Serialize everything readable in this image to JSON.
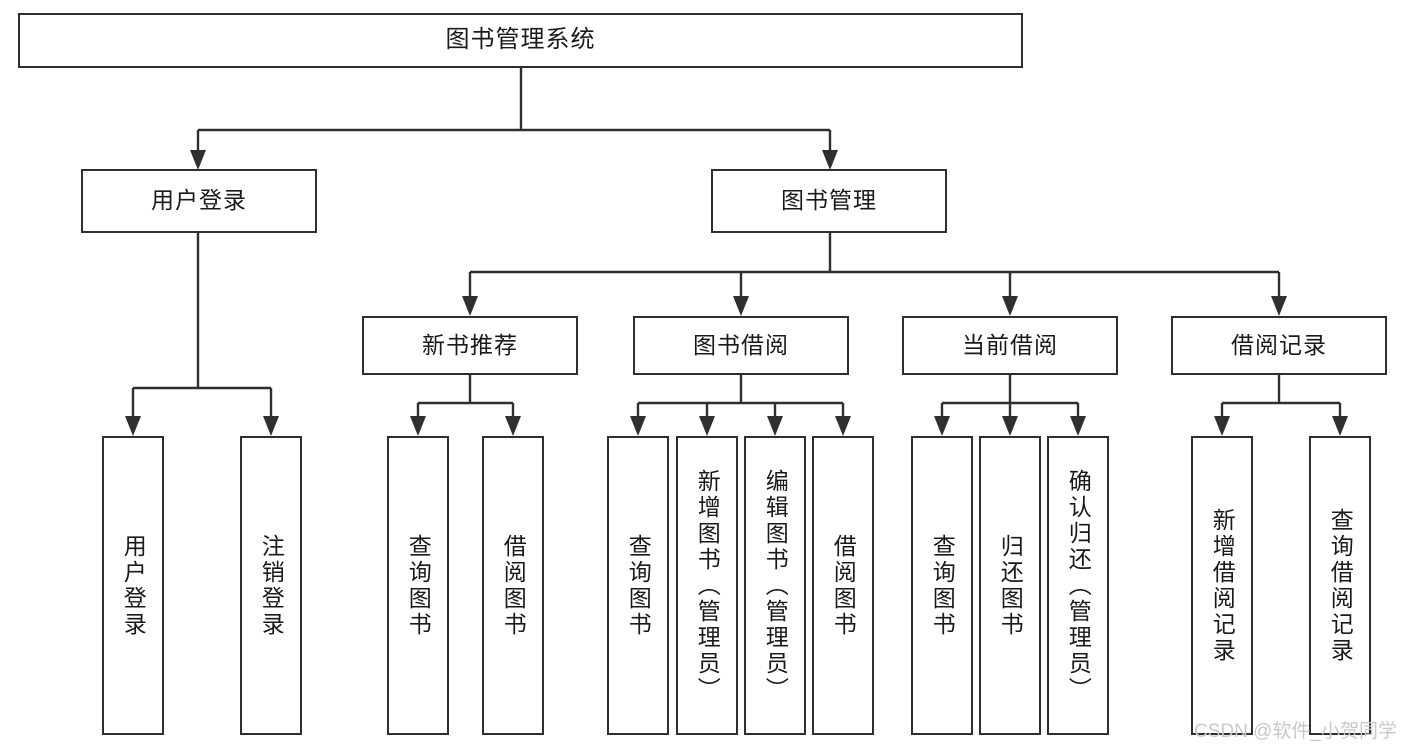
{
  "diagram": {
    "title": "图书管理系统",
    "type": "tree",
    "orientation": "top-down",
    "colors": {
      "node_border": "#2f2f2f",
      "node_fill": "#ffffff",
      "connector": "#2f2f2f",
      "text": "#1a1a1a",
      "watermark": "#c9c9c9",
      "background": "#ffffff"
    },
    "levels": {
      "root": "图书管理系统",
      "level2": [
        "用户登录",
        "图书管理"
      ],
      "level3": [
        "新书推荐",
        "图书借阅",
        "当前借阅",
        "借阅记录"
      ],
      "level4": [
        "用户登录",
        "注销登录",
        "查询图书",
        "借阅图书",
        "查询图书",
        "新增图书（管理员）",
        "编辑图书（管理员）",
        "借阅图书",
        "查询图书",
        "归还图书",
        "确认归还（管理员）",
        "新增借阅记录",
        "查询借阅记录"
      ]
    },
    "nodes": {
      "root": {
        "label": "图书管理系统"
      },
      "user_login": {
        "label": "用户登录"
      },
      "book_manage": {
        "label": "图书管理"
      },
      "new_book_rec": {
        "label": "新书推荐"
      },
      "book_borrow": {
        "label": "图书借阅"
      },
      "current_borrow": {
        "label": "当前借阅"
      },
      "borrow_record": {
        "label": "借阅记录"
      },
      "leaf_user_login": {
        "label": "用户登录"
      },
      "leaf_logout": {
        "label": "注销登录"
      },
      "leaf_query_book_1": {
        "label": "查询图书"
      },
      "leaf_borrow_book_1": {
        "label": "借阅图书"
      },
      "leaf_query_book_2": {
        "label": "查询图书"
      },
      "leaf_add_book": {
        "label": "新增图书（管理员）"
      },
      "leaf_edit_book": {
        "label": "编辑图书（管理员）"
      },
      "leaf_borrow_book_2": {
        "label": "借阅图书"
      },
      "leaf_query_book_3": {
        "label": "查询图书"
      },
      "leaf_return_book": {
        "label": "归还图书"
      },
      "leaf_confirm_return": {
        "label": "确认归还（管理员）"
      },
      "leaf_add_record": {
        "label": "新增借阅记录"
      },
      "leaf_query_record": {
        "label": "查询借阅记录"
      }
    }
  },
  "watermark": {
    "text": "CSDN @软件_小贺同学"
  }
}
